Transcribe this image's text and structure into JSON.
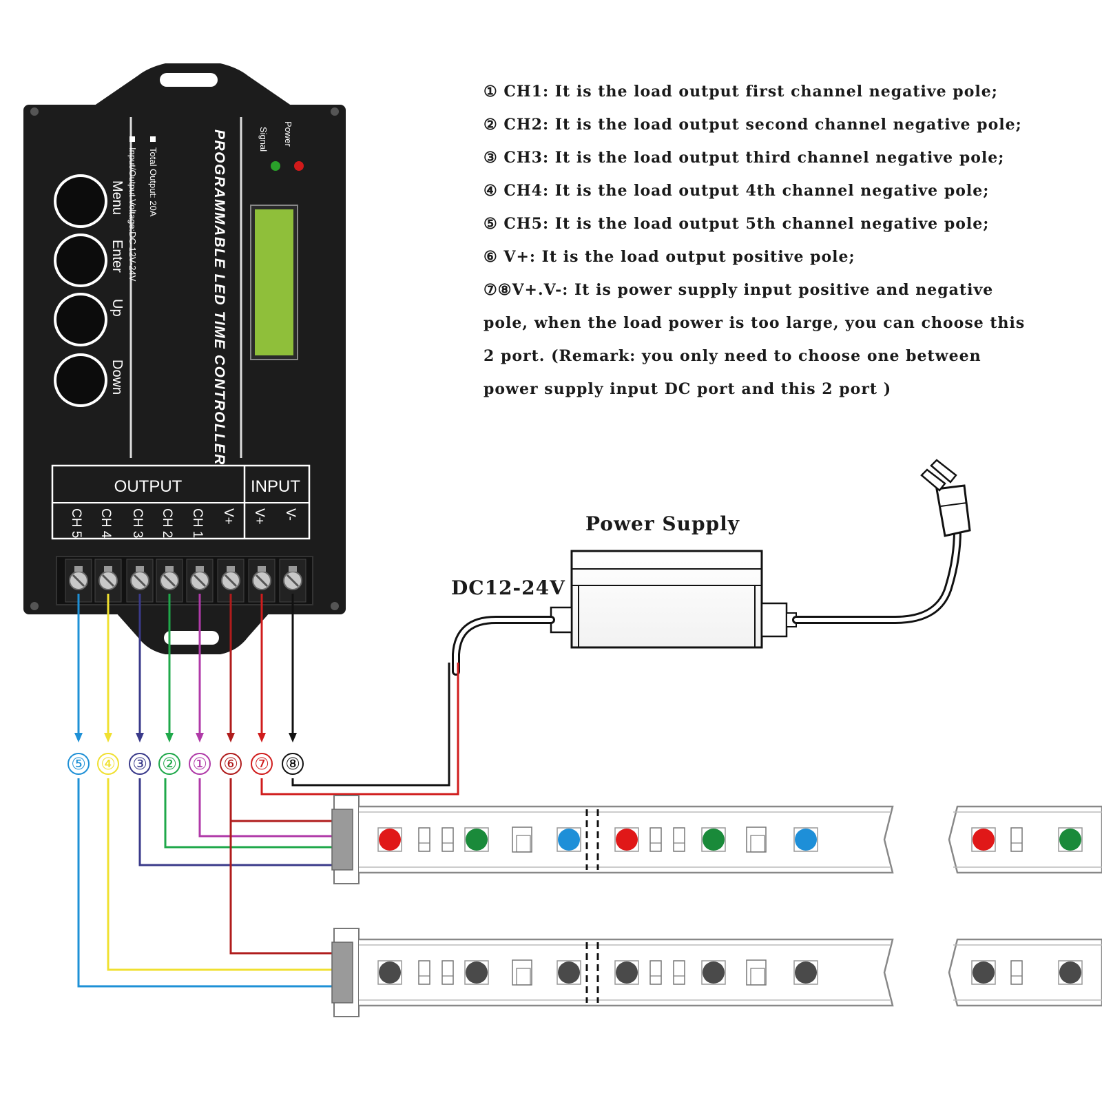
{
  "controller": {
    "brand_text": "PROGRAMMABLE LED TIME CONTROLLER",
    "spec_lines": [
      "Total Output: 20A",
      "Input/Output Voltage:DC 12V-24V"
    ],
    "indicators": [
      {
        "label": "Power",
        "color": "#d11a1a"
      },
      {
        "label": "Signal",
        "color": "#2aa02a"
      }
    ],
    "buttons": [
      "Menu",
      "Enter",
      "Up",
      "Down"
    ],
    "output_label": "OUTPUT",
    "input_label": "INPUT",
    "terminals": [
      "CH 5",
      "CH 4",
      "CH 3",
      "CH 2",
      "CH 1",
      "V+",
      "V+",
      "V-"
    ],
    "body_color": "#1c1c1c",
    "lcd_color": "#8fbf3a"
  },
  "wires": [
    {
      "marker": "⑤",
      "color": "#1e90d6"
    },
    {
      "marker": "④",
      "color": "#f0e030"
    },
    {
      "marker": "③",
      "color": "#3a3a8a"
    },
    {
      "marker": "②",
      "color": "#1fa84a"
    },
    {
      "marker": "①",
      "color": "#b03aa8"
    },
    {
      "marker": "⑥",
      "color": "#b01c1c"
    },
    {
      "marker": "⑦",
      "color": "#d01c1c"
    },
    {
      "marker": "⑧",
      "color": "#111111"
    }
  ],
  "descriptions": [
    "① CH1: It is the load output first channel negative pole;",
    "② CH2: It is the load output second channel negative pole;",
    "③ CH3: It is the load output third channel negative pole;",
    "④ CH4: It is the load output 4th channel negative pole;",
    "⑤ CH5: It is the load output 5th channel negative pole;",
    "⑥ V+: It is the load output positive pole;",
    "⑦⑧V+.V-: It is power supply input positive and negative",
    "pole, when the load power is too large, you can choose this",
    "2 port. (Remark: you only need to choose one between",
    "power supply input DC port and this 2 port )"
  ],
  "power_supply": {
    "title": "Power Supply",
    "voltage_label": "DC12-24V"
  },
  "strips": {
    "rgb_strip_led_colors": [
      "#e01818",
      "#1a8a3a",
      "#1e8fd8"
    ],
    "white_strip_led_color": "#4a4a4a"
  }
}
